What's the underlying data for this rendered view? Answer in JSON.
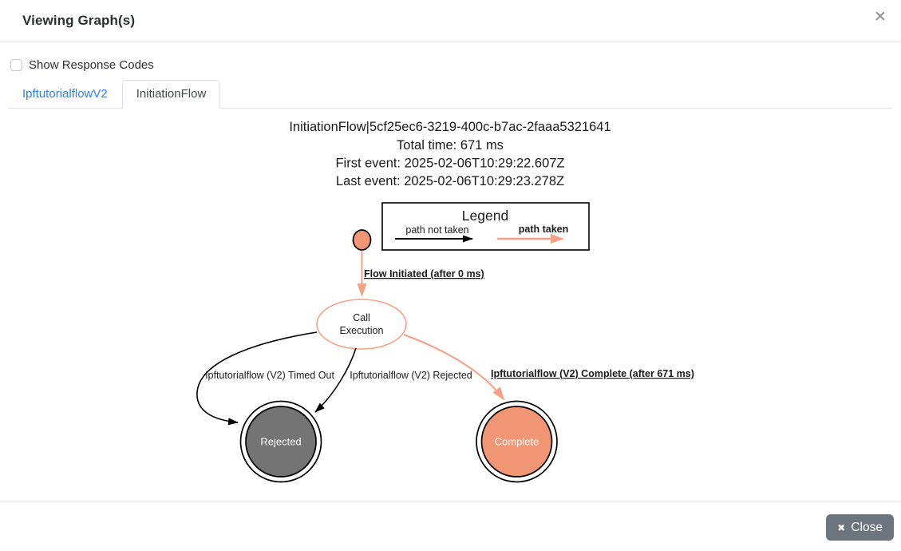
{
  "modal": {
    "title": "Viewing Graph(s)",
    "close_icon": "✕"
  },
  "controls": {
    "show_response_codes_label": "Show Response Codes",
    "checkbox_checked": false
  },
  "tabs": [
    {
      "label": "IpftutorialflowV2",
      "active": false
    },
    {
      "label": "InitiationFlow",
      "active": true
    }
  ],
  "graph": {
    "title": "InitiationFlow|5cf25ec6-3219-400c-b7ac-2faaa5321641",
    "total_time": "Total time: 671 ms",
    "first_event": "First event: 2025-02-06T10:29:22.607Z",
    "last_event": "Last event: 2025-02-06T10:29:23.278Z",
    "legend": {
      "title": "Legend",
      "path_not_taken": "path not taken",
      "path_taken": "path taken"
    },
    "edge_labels": {
      "flow_initiated": "Flow Initiated (after 0 ms)",
      "timed_out": "Ipftutorialflow (V2) Timed Out",
      "rejected": "Ipftutorialflow (V2) Rejected",
      "complete": "Ipftutorialflow (V2) Complete (after 671 ms)"
    },
    "nodes": {
      "call_execution_line1": "Call",
      "call_execution_line2": "Execution",
      "rejected": "Rejected",
      "complete": "Complete"
    },
    "colors": {
      "path_taken_stroke": "#f5a184",
      "salmon_node_fill": "#f09674",
      "gray_node_fill": "#747474",
      "path_not_taken_stroke": "#000000"
    }
  },
  "footer": {
    "close_label": "Close",
    "close_icon": "✖"
  }
}
